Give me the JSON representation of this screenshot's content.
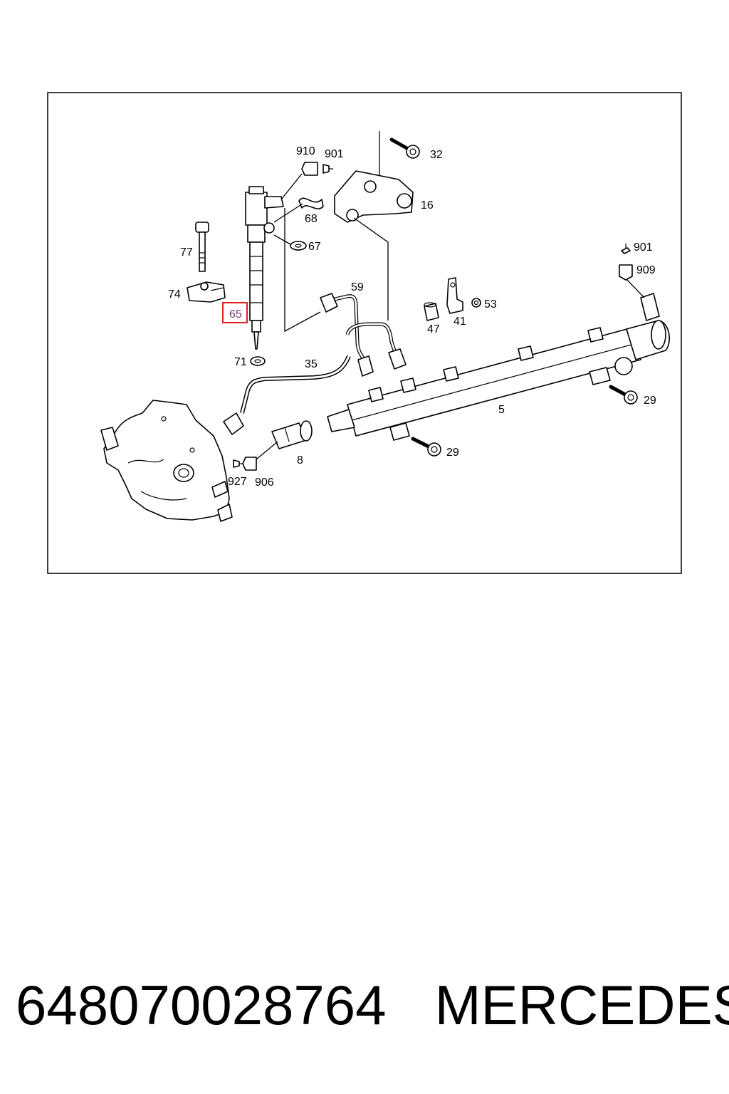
{
  "callouts": {
    "c910": "910",
    "c901a": "901",
    "c32": "32",
    "c16": "16",
    "c68": "68",
    "c67": "67",
    "c77": "77",
    "c74": "74",
    "c65": "65",
    "c59": "59",
    "c71": "71",
    "c35": "35",
    "c47": "47",
    "c41": "41",
    "c53": "53",
    "c901b": "901",
    "c909": "909",
    "c5": "5",
    "c29a": "29",
    "c29b": "29",
    "c8": "8",
    "c927": "927",
    "c906": "906"
  },
  "highlight": {
    "part": "65",
    "box_color": "#e02020"
  },
  "footer": {
    "part_number": "648070028764",
    "brand": "MERCEDES"
  }
}
